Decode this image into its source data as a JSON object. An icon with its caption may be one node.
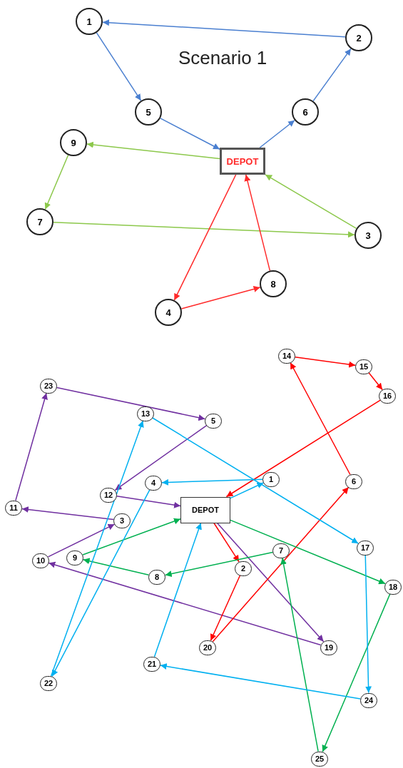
{
  "diagram": {
    "nodes": [
      {
        "text": [
          "1"
        ]
      },
      {
        "text": [
          "2"
        ]
      },
      {
        "text": [
          "5"
        ]
      },
      {
        "text": [
          "6"
        ]
      },
      {
        "text": [
          "9"
        ]
      },
      {
        "text": [
          "DEPOT"
        ]
      },
      {
        "text": [
          "7"
        ]
      },
      {
        "text": [
          "3"
        ]
      },
      {
        "text": [
          "8"
        ]
      },
      {
        "text": [
          "4"
        ]
      },
      {
        "text": [
          "14"
        ]
      },
      {
        "text": [
          "15"
        ]
      },
      {
        "text": [
          "23"
        ]
      },
      {
        "text": [
          "16"
        ]
      },
      {
        "text": [
          "13"
        ]
      },
      {
        "text": [
          "5"
        ]
      },
      {
        "text": [
          "6"
        ]
      },
      {
        "text": [
          "4"
        ]
      },
      {
        "text": [
          "1"
        ]
      },
      {
        "text": [
          "12"
        ]
      },
      {
        "text": [
          "DEPOT"
        ]
      },
      {
        "text": [
          "11"
        ]
      },
      {
        "text": [
          "3"
        ]
      },
      {
        "text": [
          "17"
        ]
      },
      {
        "text": [
          "7"
        ]
      },
      {
        "text": [
          "10"
        ]
      },
      {
        "text": [
          "9"
        ]
      },
      {
        "text": [
          "2"
        ]
      },
      {
        "text": [
          "8"
        ]
      },
      {
        "text": [
          "18"
        ]
      },
      {
        "text": [
          "20"
        ]
      },
      {
        "text": [
          "19"
        ]
      },
      {
        "text": [
          "21"
        ]
      },
      {
        "text": [
          "22"
        ]
      },
      {
        "text": [
          "24"
        ]
      },
      {
        "text": [
          "25"
        ]
      }
    ],
    "edges": [
      {
        "from": 1,
        "to": 0,
        "arrow": "to",
        "color": "#4a7fd0"
      },
      {
        "from": 0,
        "to": 2,
        "arrow": "to",
        "color": "#4a7fd0"
      },
      {
        "from": 2,
        "to": 5,
        "arrow": "to",
        "color": "#4a7fd0"
      },
      {
        "from": 5,
        "to": 3,
        "arrow": "to",
        "color": "#4a7fd0"
      },
      {
        "from": 3,
        "to": 1,
        "arrow": "to",
        "color": "#4a7fd0"
      },
      {
        "from": 5,
        "to": 4,
        "arrow": "to",
        "color": "#8cc84b"
      },
      {
        "from": 4,
        "to": 6,
        "arrow": "to",
        "color": "#8cc84b"
      },
      {
        "from": 6,
        "to": 7,
        "arrow": "to",
        "color": "#8cc84b"
      },
      {
        "from": 7,
        "to": 5,
        "arrow": "to",
        "color": "#8cc84b"
      },
      {
        "from": 5,
        "to": 9,
        "arrow": "to",
        "color": "#ff2a2a"
      },
      {
        "from": 9,
        "to": 8,
        "arrow": "to",
        "color": "#ff2a2a"
      },
      {
        "from": 8,
        "to": 5,
        "arrow": "to",
        "color": "#ff2a2a"
      },
      {
        "from": 12,
        "to": 15,
        "arrow": "to",
        "color": "#7030a0"
      },
      {
        "from": 15,
        "to": 19,
        "arrow": "to",
        "color": "#7030a0"
      },
      {
        "from": 19,
        "to": 20,
        "arrow": "to",
        "color": "#7030a0"
      },
      {
        "from": 20,
        "to": 31,
        "arrow": "to",
        "color": "#7030a0"
      },
      {
        "from": 31,
        "to": 25,
        "arrow": "to",
        "color": "#7030a0"
      },
      {
        "from": 25,
        "to": 22,
        "arrow": "to",
        "color": "#7030a0"
      },
      {
        "from": 22,
        "to": 21,
        "arrow": "to",
        "color": "#7030a0"
      },
      {
        "from": 21,
        "to": 12,
        "arrow": "to",
        "color": "#7030a0"
      },
      {
        "from": 20,
        "to": 27,
        "arrow": "to",
        "color": "#ff0000"
      },
      {
        "from": 27,
        "to": 30,
        "arrow": "to",
        "color": "#ff0000"
      },
      {
        "from": 30,
        "to": 16,
        "arrow": "to",
        "color": "#ff0000"
      },
      {
        "from": 16,
        "to": 10,
        "arrow": "to",
        "color": "#ff0000"
      },
      {
        "from": 10,
        "to": 11,
        "arrow": "to",
        "color": "#ff0000"
      },
      {
        "from": 11,
        "to": 13,
        "arrow": "to",
        "color": "#ff0000"
      },
      {
        "from": 13,
        "to": 20,
        "arrow": "to",
        "color": "#ff0000"
      },
      {
        "from": 20,
        "to": 29,
        "arrow": "to",
        "color": "#00b050"
      },
      {
        "from": 29,
        "to": 35,
        "arrow": "to",
        "color": "#00b050"
      },
      {
        "from": 35,
        "to": 24,
        "arrow": "to",
        "color": "#00b050"
      },
      {
        "from": 24,
        "to": 28,
        "arrow": "to",
        "color": "#00b050"
      },
      {
        "from": 28,
        "to": 26,
        "arrow": "to",
        "color": "#00b050"
      },
      {
        "from": 26,
        "to": 20,
        "arrow": "to",
        "color": "#00b050"
      },
      {
        "from": 20,
        "to": 18,
        "arrow": "to",
        "color": "#00b0f0"
      },
      {
        "from": 18,
        "to": 17,
        "arrow": "to",
        "color": "#00b0f0"
      },
      {
        "from": 17,
        "to": 33,
        "arrow": "to",
        "color": "#00b0f0"
      },
      {
        "from": 33,
        "to": 14,
        "arrow": "to",
        "color": "#00b0f0"
      },
      {
        "from": 14,
        "to": 23,
        "arrow": "to",
        "color": "#00b0f0"
      },
      {
        "from": 23,
        "to": 34,
        "arrow": "to",
        "color": "#00b0f0"
      },
      {
        "from": 34,
        "to": 32,
        "arrow": "to",
        "color": "#00b0f0"
      },
      {
        "from": 32,
        "to": 20,
        "arrow": "to",
        "color": "#00b0f0"
      }
    ],
    "labels": [
      "Scenario 1"
    ]
  }
}
